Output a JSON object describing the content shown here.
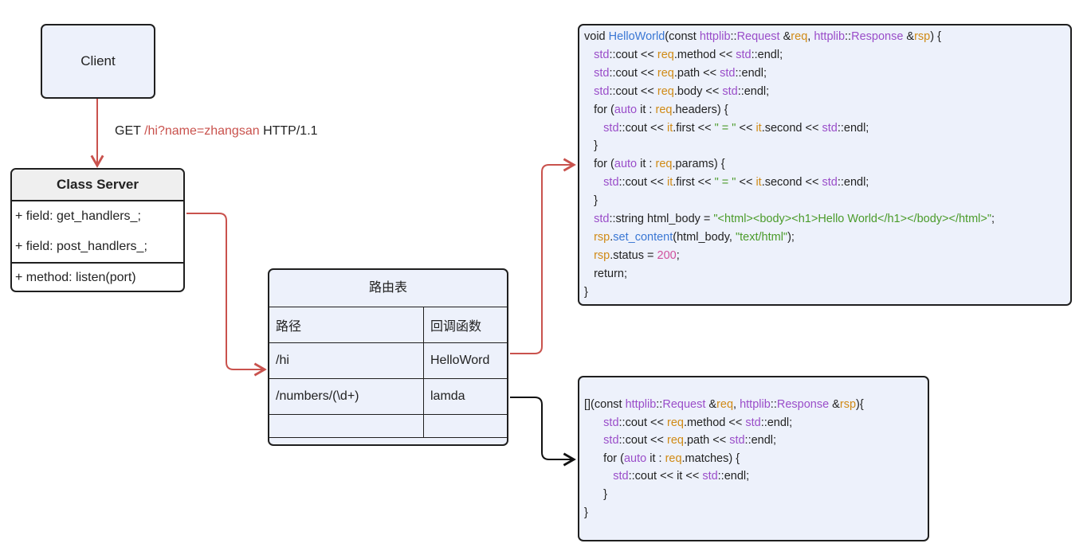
{
  "client": {
    "label": "Client"
  },
  "request": {
    "method": "GET",
    "path": "/hi?name=zhangsan",
    "protocol": "HTTP/1.1"
  },
  "server": {
    "title": "Class Server",
    "fields": [
      "+ field: get_handlers_;",
      "+ field: post_handlers_;"
    ],
    "methods": [
      "+ method: listen(port)"
    ]
  },
  "route_table": {
    "title": "路由表",
    "headers": [
      "路径",
      "回调函数"
    ],
    "rows": [
      [
        "/hi",
        "HelloWord"
      ],
      [
        "/numbers/(\\d+)",
        "lamda"
      ],
      [
        "",
        ""
      ]
    ]
  },
  "colors": {
    "border": "#1f1f1f",
    "box_fill": "#edf1fb",
    "red_arrow": "#c9524d",
    "black_arrow": "#111111"
  },
  "code1_lines": [
    [
      [
        "void ",
        ""
      ],
      [
        "HelloWorld",
        "blue"
      ],
      [
        "(const ",
        ""
      ],
      [
        "httplib",
        "purple"
      ],
      [
        "::",
        ""
      ],
      [
        "Request",
        "purple"
      ],
      [
        " &",
        ""
      ],
      [
        "req",
        "orange"
      ],
      [
        ", ",
        ""
      ],
      [
        "httplib",
        "purple"
      ],
      [
        "::",
        ""
      ],
      [
        "Response",
        "purple"
      ],
      [
        " &",
        ""
      ],
      [
        "rsp",
        "orange"
      ],
      [
        ") {",
        ""
      ]
    ],
    [
      [
        "   ",
        ""
      ],
      [
        "std",
        "purple"
      ],
      [
        "::cout << ",
        ""
      ],
      [
        "req",
        "orange"
      ],
      [
        ".method << ",
        ""
      ],
      [
        "std",
        "purple"
      ],
      [
        "::endl;",
        ""
      ]
    ],
    [
      [
        "   ",
        ""
      ],
      [
        "std",
        "purple"
      ],
      [
        "::cout << ",
        ""
      ],
      [
        "req",
        "orange"
      ],
      [
        ".path << ",
        ""
      ],
      [
        "std",
        "purple"
      ],
      [
        "::endl;",
        ""
      ]
    ],
    [
      [
        "   ",
        ""
      ],
      [
        "std",
        "purple"
      ],
      [
        "::cout << ",
        ""
      ],
      [
        "req",
        "orange"
      ],
      [
        ".body << ",
        ""
      ],
      [
        "std",
        "purple"
      ],
      [
        "::endl;",
        ""
      ]
    ],
    [
      [
        "   for (",
        ""
      ],
      [
        "auto",
        "purple"
      ],
      [
        " it : ",
        ""
      ],
      [
        "req",
        "orange"
      ],
      [
        ".headers) {",
        ""
      ]
    ],
    [
      [
        "      ",
        ""
      ],
      [
        "std",
        "purple"
      ],
      [
        "::cout << ",
        ""
      ],
      [
        "it",
        "orange"
      ],
      [
        ".first << ",
        ""
      ],
      [
        "\" = \"",
        "green"
      ],
      [
        " << ",
        ""
      ],
      [
        "it",
        "orange"
      ],
      [
        ".second << ",
        ""
      ],
      [
        "std",
        "purple"
      ],
      [
        "::endl;",
        ""
      ]
    ],
    [
      [
        "   }",
        ""
      ]
    ],
    [
      [
        "   for (",
        ""
      ],
      [
        "auto",
        "purple"
      ],
      [
        " it : ",
        ""
      ],
      [
        "req",
        "orange"
      ],
      [
        ".params) {",
        ""
      ]
    ],
    [
      [
        "      ",
        ""
      ],
      [
        "std",
        "purple"
      ],
      [
        "::cout << ",
        ""
      ],
      [
        "it",
        "orange"
      ],
      [
        ".first << ",
        ""
      ],
      [
        "\" = \"",
        "green"
      ],
      [
        " << ",
        ""
      ],
      [
        "it",
        "orange"
      ],
      [
        ".second << ",
        ""
      ],
      [
        "std",
        "purple"
      ],
      [
        "::endl;",
        ""
      ]
    ],
    [
      [
        "   }",
        ""
      ]
    ],
    [
      [
        "   ",
        ""
      ],
      [
        "std",
        "purple"
      ],
      [
        "::string html_body = ",
        ""
      ],
      [
        "\"<html><body><h1>Hello World</h1></body></html>\"",
        "green"
      ],
      [
        ";",
        ""
      ]
    ],
    [
      [
        "   ",
        ""
      ],
      [
        "rsp",
        "orange"
      ],
      [
        ".",
        ""
      ],
      [
        "set_content",
        "blue"
      ],
      [
        "(html_body, ",
        ""
      ],
      [
        "\"text/html\"",
        "green"
      ],
      [
        ");",
        ""
      ]
    ],
    [
      [
        "   ",
        ""
      ],
      [
        "rsp",
        "orange"
      ],
      [
        ".status = ",
        ""
      ],
      [
        "200",
        "pink"
      ],
      [
        ";",
        ""
      ]
    ],
    [
      [
        "   return;",
        ""
      ]
    ],
    [
      [
        "}",
        ""
      ]
    ]
  ],
  "code2_lines": [
    [
      [
        "[](const ",
        ""
      ],
      [
        "httplib",
        "purple"
      ],
      [
        "::",
        ""
      ],
      [
        "Request",
        "purple"
      ],
      [
        " &",
        ""
      ],
      [
        "req",
        "orange"
      ],
      [
        ", ",
        ""
      ],
      [
        "httplib",
        "purple"
      ],
      [
        "::",
        ""
      ],
      [
        "Response",
        "purple"
      ],
      [
        " &",
        ""
      ],
      [
        "rsp",
        "orange"
      ],
      [
        "){",
        ""
      ]
    ],
    [
      [
        "      ",
        ""
      ],
      [
        "std",
        "purple"
      ],
      [
        "::cout << ",
        ""
      ],
      [
        "req",
        "orange"
      ],
      [
        ".method << ",
        ""
      ],
      [
        "std",
        "purple"
      ],
      [
        "::endl;",
        ""
      ]
    ],
    [
      [
        "      ",
        ""
      ],
      [
        "std",
        "purple"
      ],
      [
        "::cout << ",
        ""
      ],
      [
        "req",
        "orange"
      ],
      [
        ".path << ",
        ""
      ],
      [
        "std",
        "purple"
      ],
      [
        "::endl;",
        ""
      ]
    ],
    [
      [
        "      for (",
        ""
      ],
      [
        "auto",
        "purple"
      ],
      [
        " it : ",
        ""
      ],
      [
        "req",
        "orange"
      ],
      [
        ".matches) {",
        ""
      ]
    ],
    [
      [
        "         ",
        ""
      ],
      [
        "std",
        "purple"
      ],
      [
        "::cout << it << ",
        ""
      ],
      [
        "std",
        "purple"
      ],
      [
        "::endl;",
        ""
      ]
    ],
    [
      [
        "      }",
        ""
      ]
    ],
    [
      [
        "}",
        ""
      ]
    ]
  ]
}
